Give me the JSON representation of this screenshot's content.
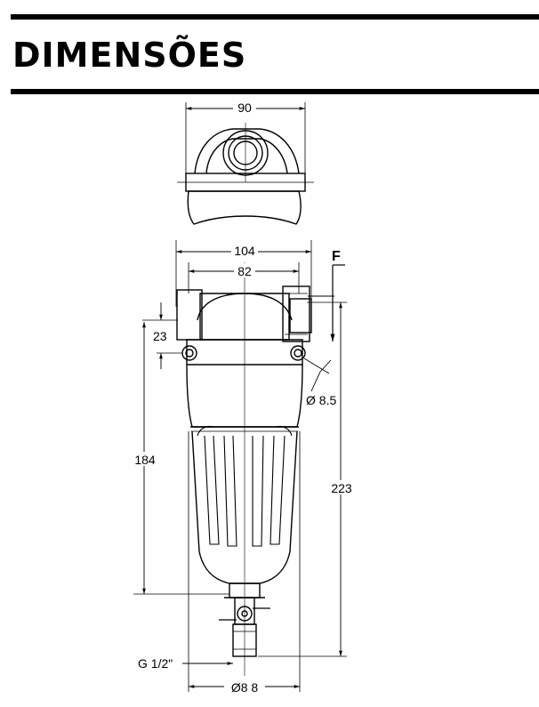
{
  "title": "DIMENSÕES",
  "labels": {
    "top_width": "90",
    "outer_width": "104",
    "inner_width": "82",
    "flow_marker": "F",
    "head_height": "23",
    "mount_hole": "Ø 8.5",
    "body_height": "184",
    "total_height": "223",
    "thread": "G 1/2\"",
    "bottom_diameter": "Ø8 8"
  }
}
